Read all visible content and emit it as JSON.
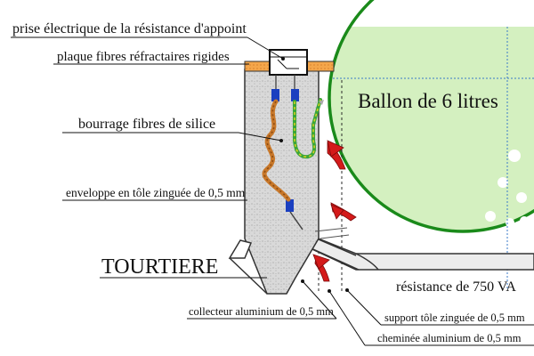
{
  "labels": {
    "prise": "prise électrique de la résistance d'appoint",
    "plaque": "plaque fibres réfractaires rigides",
    "bourrage": "bourrage fibres de silice",
    "enveloppe": "enveloppe en tôle zinguée de 0,5 mm",
    "tourtiere": "TOURTIERE",
    "collecteur": "collecteur aluminium de 0,5 mm",
    "support": "support tôle zinguée de 0,5 mm",
    "cheminee": "cheminée aluminium de 0,5 mm",
    "resistance": "résistance de 750 VA",
    "ballon": "Ballon  de  6 litres"
  },
  "colors": {
    "flask_fill": "#d4f0c0",
    "flask_empty": "#ffffff",
    "flask_outline": "#1a8a1a",
    "insulation": "#d9d9d9",
    "refractory_plate": "#f2a64a",
    "heater_wire": "#c8782a",
    "earth_wire": "#3aa63a",
    "connector": "#1a3fc0",
    "hot_air_arrow": "#d41a1a",
    "tube": "#e6e6e6"
  },
  "icons": {
    "airflow": "curved-red-arrow",
    "connector": "blue-connector-block"
  }
}
